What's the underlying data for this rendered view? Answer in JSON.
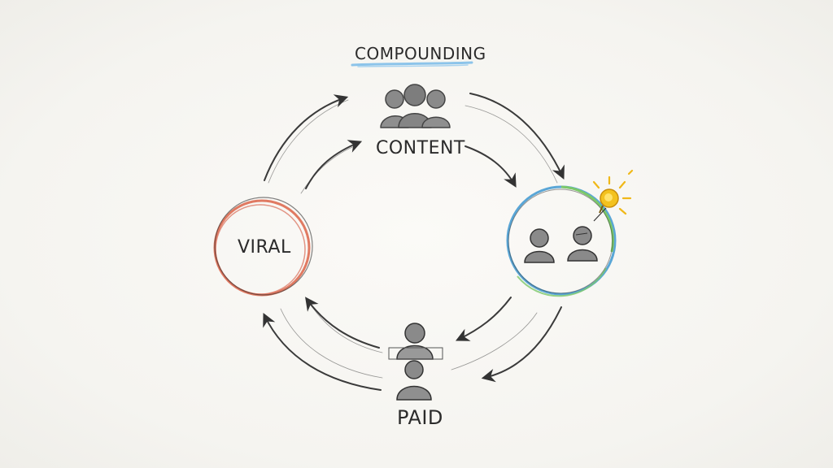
{
  "diagram": {
    "title": "COMPOUNDING",
    "nodes": [
      {
        "id": "content",
        "label": "CONTENT",
        "icon": "group-people-icon"
      },
      {
        "id": "viral",
        "label": "VIRAL",
        "icon": "red-circle"
      },
      {
        "id": "compounding_node",
        "label": "",
        "icon": "two-people-lightbulb-icon"
      },
      {
        "id": "paid",
        "label": "PAID",
        "icon": "stacked-people-icon"
      }
    ],
    "edges": [
      {
        "from": "viral",
        "to": "content"
      },
      {
        "from": "content",
        "to": "compounding_node"
      },
      {
        "from": "compounding_node",
        "to": "paid"
      },
      {
        "from": "paid",
        "to": "viral"
      }
    ],
    "colors": {
      "pencil": "#3a3a3a",
      "viral_ring": "#e07a62",
      "node_ring_blue": "#5aa6d6",
      "node_ring_green": "#7cc86a",
      "title_underline": "#8cc4ea",
      "bulb": "#f3c21f"
    }
  }
}
